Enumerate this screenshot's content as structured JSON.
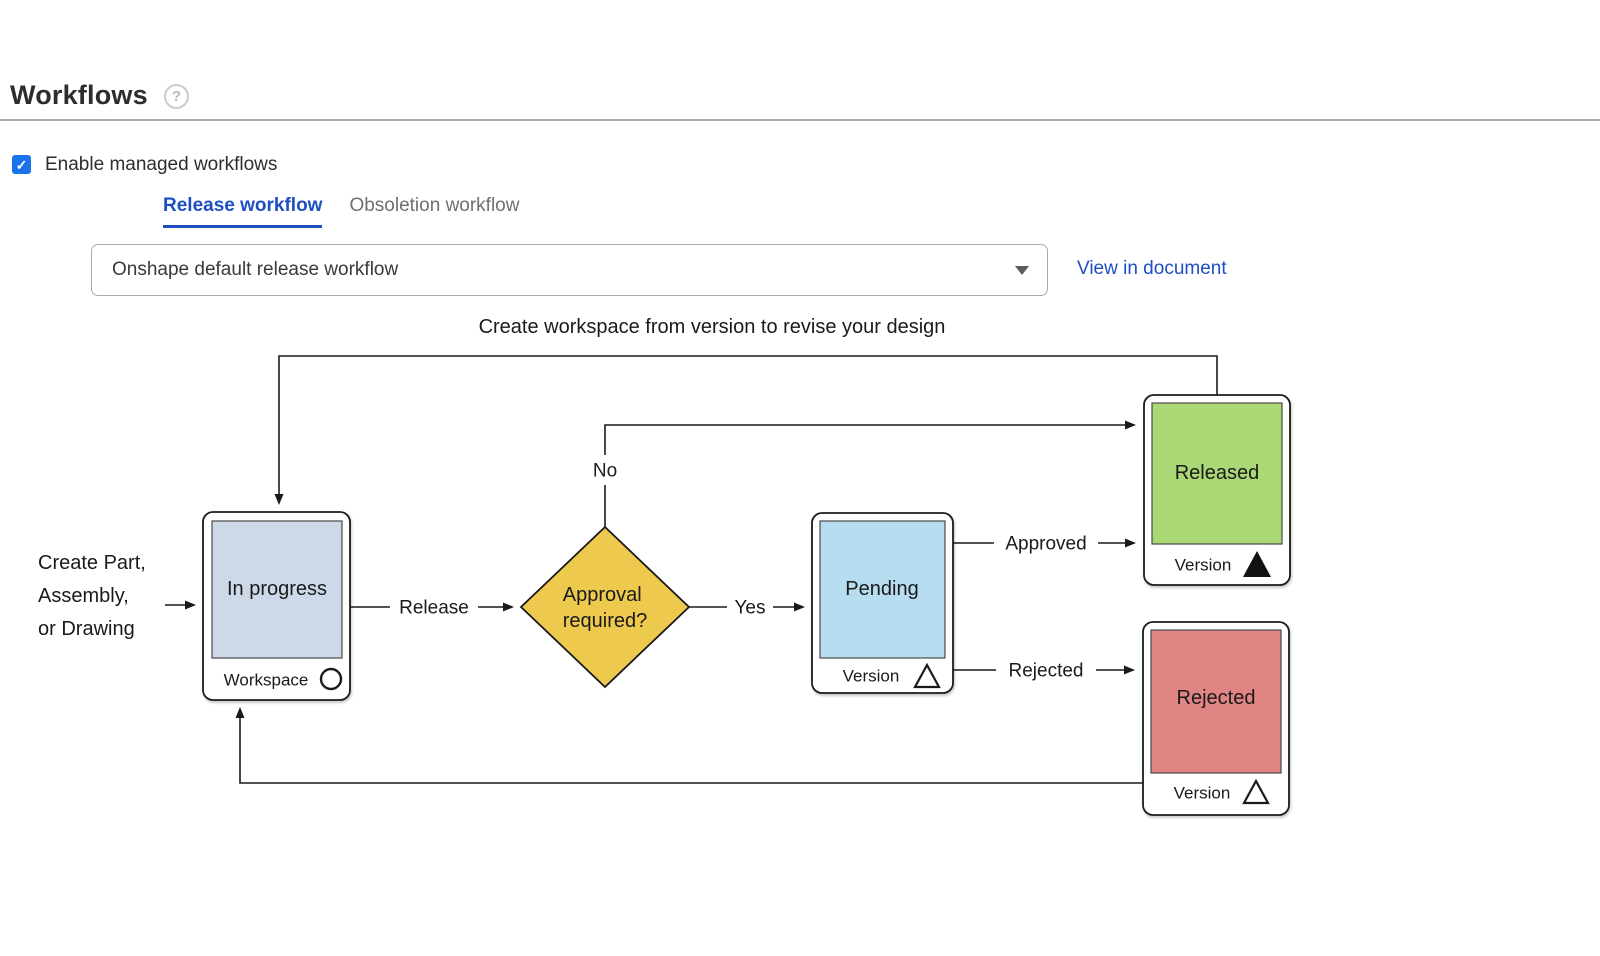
{
  "page": {
    "title": "Workflows",
    "help_glyph": "?"
  },
  "settings": {
    "enable_label": "Enable managed workflows",
    "checkbox_checked": true,
    "checkbox_glyph": "✓"
  },
  "tabs": [
    {
      "label": "Release workflow",
      "active": true
    },
    {
      "label": "Obsoletion workflow",
      "active": false
    }
  ],
  "workflow_select": {
    "value": "Onshape default release workflow"
  },
  "view_link": "View in document",
  "diagram": {
    "caption": "Create workspace from version to revise your design",
    "start_label_lines": [
      "Create Part,",
      "Assembly,",
      "or Drawing"
    ],
    "nodes": {
      "in_progress": {
        "title": "In progress",
        "footer": "Workspace",
        "footer_icon": "circle-outline",
        "fill": "#cdd9e9"
      },
      "approval": {
        "title_lines": [
          "Approval",
          "required?"
        ],
        "fill": "#edc94e"
      },
      "pending": {
        "title": "Pending",
        "footer": "Version",
        "footer_icon": "triangle-outline",
        "fill": "#b7ddf1"
      },
      "released": {
        "title": "Released",
        "footer": "Version",
        "footer_icon": "triangle-filled",
        "fill": "#a9d874"
      },
      "rejected": {
        "title": "Rejected",
        "footer": "Version",
        "footer_icon": "triangle-outline",
        "fill": "#e08484"
      }
    },
    "edge_labels": {
      "release": "Release",
      "yes": "Yes",
      "no": "No",
      "approved": "Approved",
      "rejected": "Rejected"
    }
  },
  "colors": {
    "accent_blue": "#1e4fc2",
    "checkbox_blue": "#1a73e8",
    "inactive_tab_gray": "#6f6f6f",
    "divider_gray": "#a9a9a9",
    "diagram_line": "#1a1a1a"
  }
}
